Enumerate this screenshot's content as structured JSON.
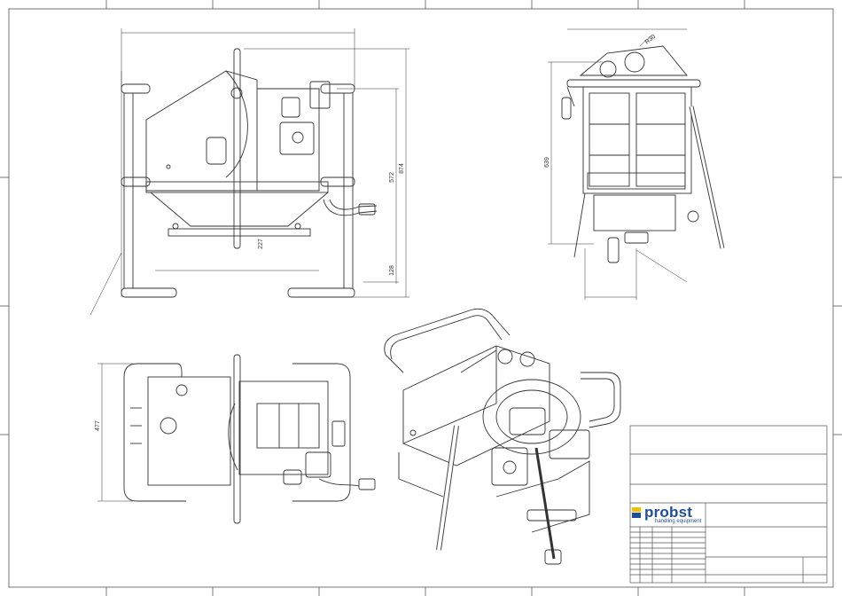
{
  "dimensions": {
    "front_height_inner": "572",
    "front_height_total": "874",
    "front_base": "128",
    "front_center": "227",
    "side_height": "639",
    "side_radius": "R30",
    "top_depth": "477"
  },
  "brand": {
    "name": "probst",
    "tagline": "handling equipment",
    "blue": "#1f4e9a",
    "yellow": "#f2c200"
  }
}
